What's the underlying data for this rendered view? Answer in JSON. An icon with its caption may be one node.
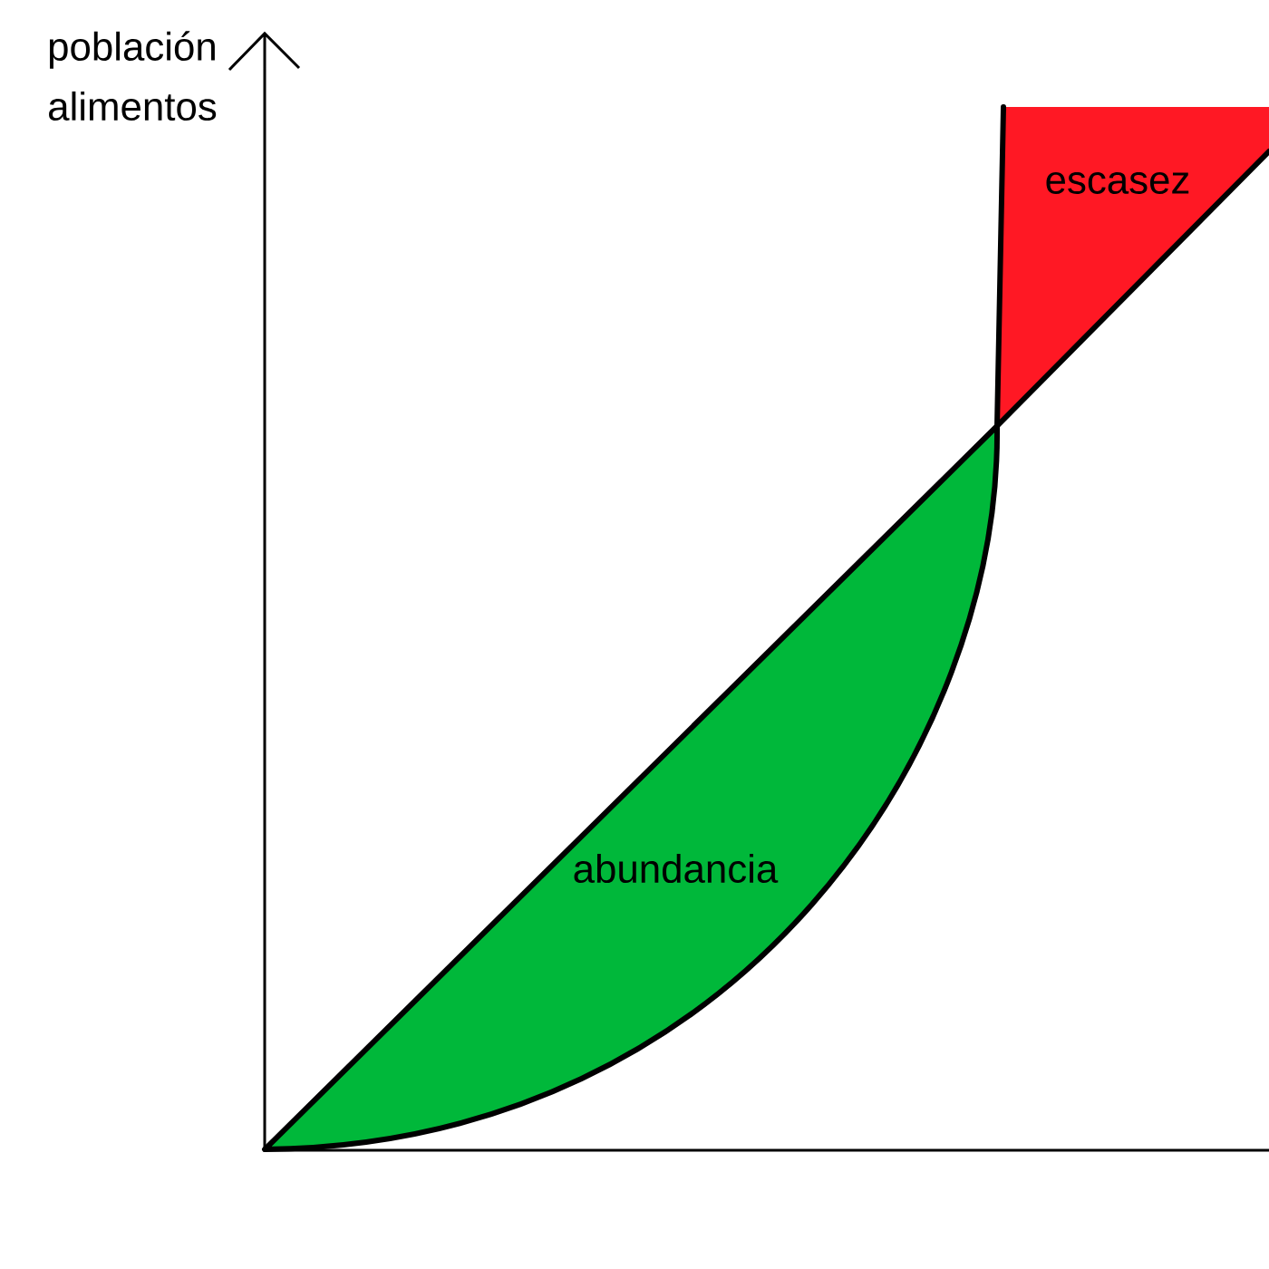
{
  "diagram": {
    "nodes": [
      {
        "text": [
          "abundancia"
        ]
      },
      {
        "text": [
          "escasez"
        ]
      }
    ],
    "labels": [
      "población",
      "alimentos"
    ]
  }
}
